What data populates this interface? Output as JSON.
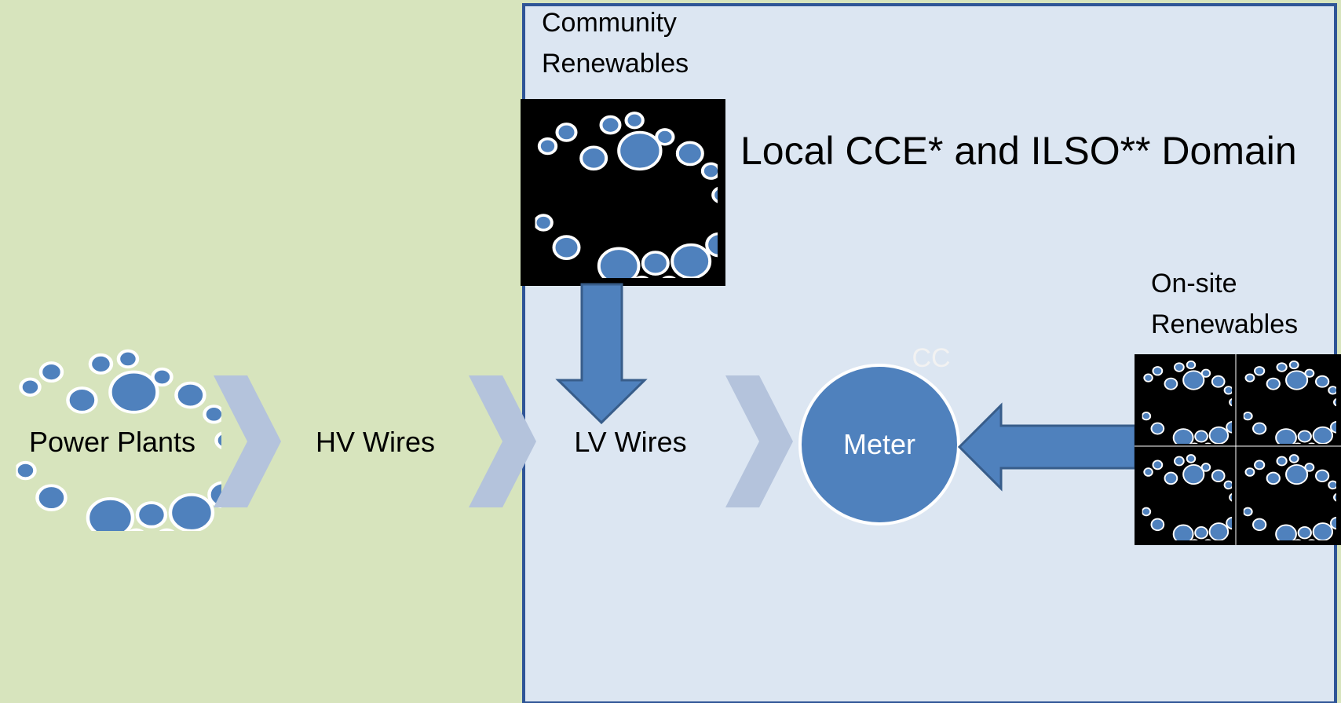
{
  "colors": {
    "outer_background": "#d7e4bd",
    "local_domain_background": "#dce6f2",
    "local_domain_border": "#2f5597",
    "chevron": "#b4c3dc",
    "node_blue": "#4f81bd",
    "arrow_blue": "#4f81bd",
    "arrow_outline": "#385d8a",
    "panel_black": "#000000",
    "cc_label": "#f2f2f2"
  },
  "domain_title": "Local CCE* and ILSO** Domain",
  "community_renewables": {
    "label_line1": "Community",
    "label_line2": "Renewables",
    "icon": "circle-cluster-icon"
  },
  "onsite_renewables": {
    "label_line1": "On-site",
    "label_line2": "Renewables",
    "icon": "circle-cluster-icon"
  },
  "flow": {
    "power_plants": "Power Plants",
    "hv_wires": "HV Wires",
    "lv_wires": "LV Wires",
    "meter": "Meter",
    "meter_tag": "CC"
  }
}
